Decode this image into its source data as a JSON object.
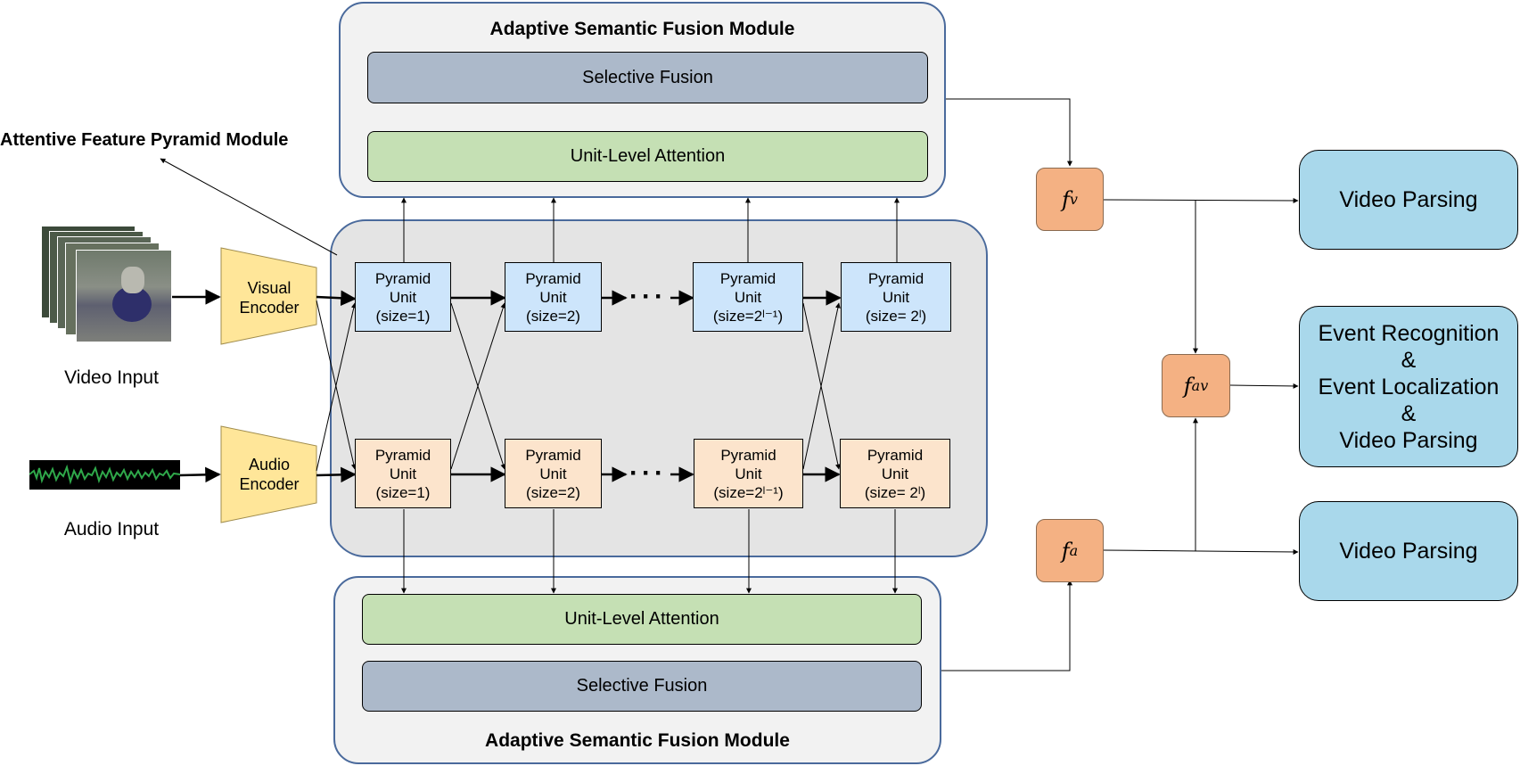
{
  "top_module": {
    "title": "Adaptive Semantic Fusion Module",
    "selective_fusion": "Selective Fusion",
    "unit_attention": "Unit-Level Attention"
  },
  "bottom_module": {
    "title": "Adaptive Semantic Fusion Module",
    "selective_fusion": "Selective Fusion",
    "unit_attention": "Unit-Level Attention"
  },
  "pyramid_module": {
    "title": "Attentive Feature Pyramid Module",
    "dots": "···",
    "visual_units": [
      {
        "line1": "Pyramid",
        "line2": "Unit",
        "line3": "(size=1)"
      },
      {
        "line1": "Pyramid",
        "line2": "Unit",
        "line3": "(size=2)"
      },
      {
        "line1": "Pyramid",
        "line2": "Unit",
        "line3": "(size=2ˡ⁻¹)"
      },
      {
        "line1": "Pyramid",
        "line2": "Unit",
        "line3": "(size= 2ˡ)"
      }
    ],
    "audio_units": [
      {
        "line1": "Pyramid",
        "line2": "Unit",
        "line3": "(size=1)"
      },
      {
        "line1": "Pyramid",
        "line2": "Unit",
        "line3": "(size=2)"
      },
      {
        "line1": "Pyramid",
        "line2": "Unit",
        "line3": "(size=2ˡ⁻¹)"
      },
      {
        "line1": "Pyramid",
        "line2": "Unit",
        "line3": "(size= 2ˡ)"
      }
    ]
  },
  "inputs": {
    "video_label": "Video Input",
    "audio_label": "Audio Input",
    "visual_encoder_line1": "Visual",
    "visual_encoder_line2": "Encoder",
    "audio_encoder_line1": "Audio",
    "audio_encoder_line2": "Encoder"
  },
  "features": {
    "fv_base": "f",
    "fv_sub": "v",
    "fav_base": "f",
    "fav_sub": "av",
    "fa_base": "f",
    "fa_sub": "a"
  },
  "outputs": {
    "top": "Video Parsing",
    "middle_lines": [
      "Event Recognition",
      "&",
      "Event Localization",
      "&",
      "Video Parsing"
    ],
    "bottom": "Video Parsing"
  },
  "colors": {
    "module_border": "#4a6a9c",
    "fusion_bar": "#acb9ca",
    "attention_bar": "#c5e0b4",
    "visual_unit": "#cde5fb",
    "audio_unit": "#fce4cc",
    "encoder": "#ffe699",
    "feature": "#f4b183",
    "output": "#a9d8eb"
  }
}
